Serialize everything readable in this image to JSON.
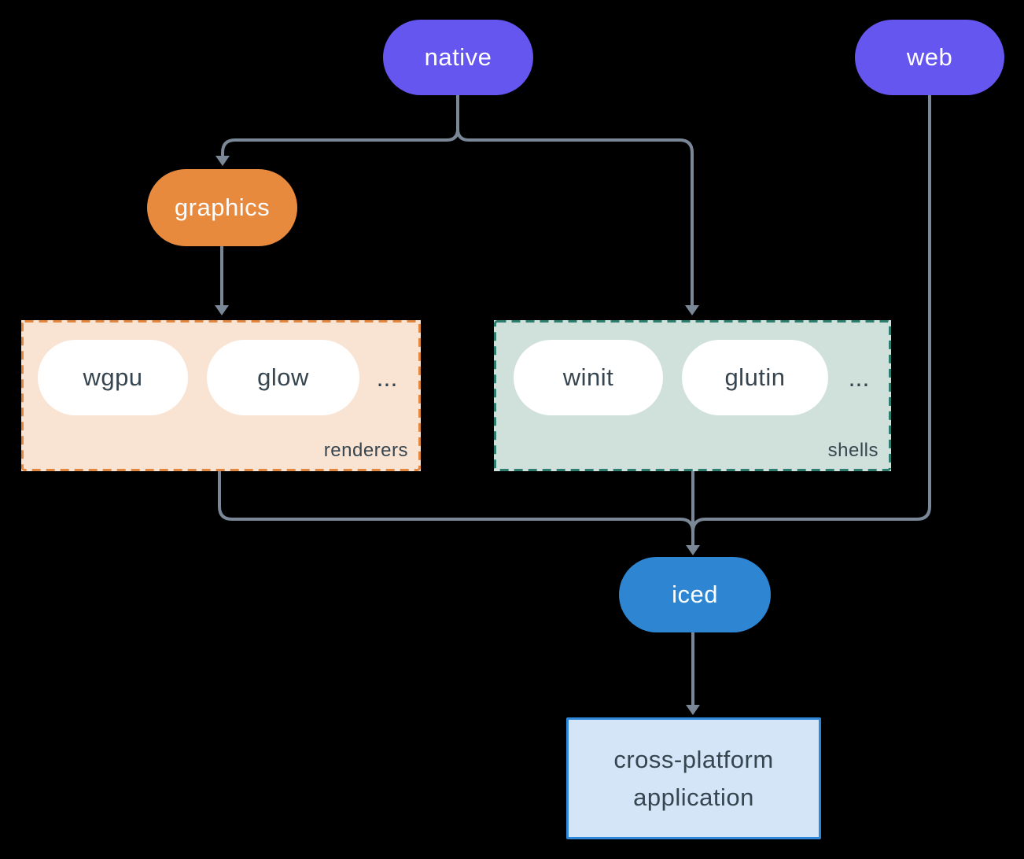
{
  "style": {
    "background": "#000000",
    "connector_color": "#7a8796",
    "item_pill_fill": "#ffffff",
    "dark_text_color": "#36454f",
    "white_text_color": "#ffffff"
  },
  "nodes": {
    "native": {
      "label": "native",
      "color": "#6456ee"
    },
    "web": {
      "label": "web",
      "color": "#6456ee"
    },
    "graphics": {
      "label": "graphics",
      "color": "#e78a3e"
    },
    "iced": {
      "label": "iced",
      "color": "#2e86d3"
    },
    "application": {
      "label": "cross-platform application",
      "line1": "cross-platform",
      "line2": "application",
      "fill": "#d4e5f7",
      "border": "#2f87d9"
    }
  },
  "groups": {
    "renderers": {
      "label": "renderers",
      "items": [
        "wgpu",
        "glow"
      ],
      "ellipsis": "...",
      "fill": "#f9e4d4",
      "border": "#e2873f"
    },
    "shells": {
      "label": "shells",
      "items": [
        "winit",
        "glutin"
      ],
      "ellipsis": "...",
      "fill": "#d0e1db",
      "border": "#2e7e70"
    }
  },
  "edges": [
    {
      "from": "native",
      "to": "graphics"
    },
    {
      "from": "native",
      "to": "shells"
    },
    {
      "from": "graphics",
      "to": "renderers"
    },
    {
      "from": "renderers",
      "to": "iced"
    },
    {
      "from": "shells",
      "to": "iced"
    },
    {
      "from": "web",
      "to": "iced"
    },
    {
      "from": "iced",
      "to": "application"
    }
  ]
}
